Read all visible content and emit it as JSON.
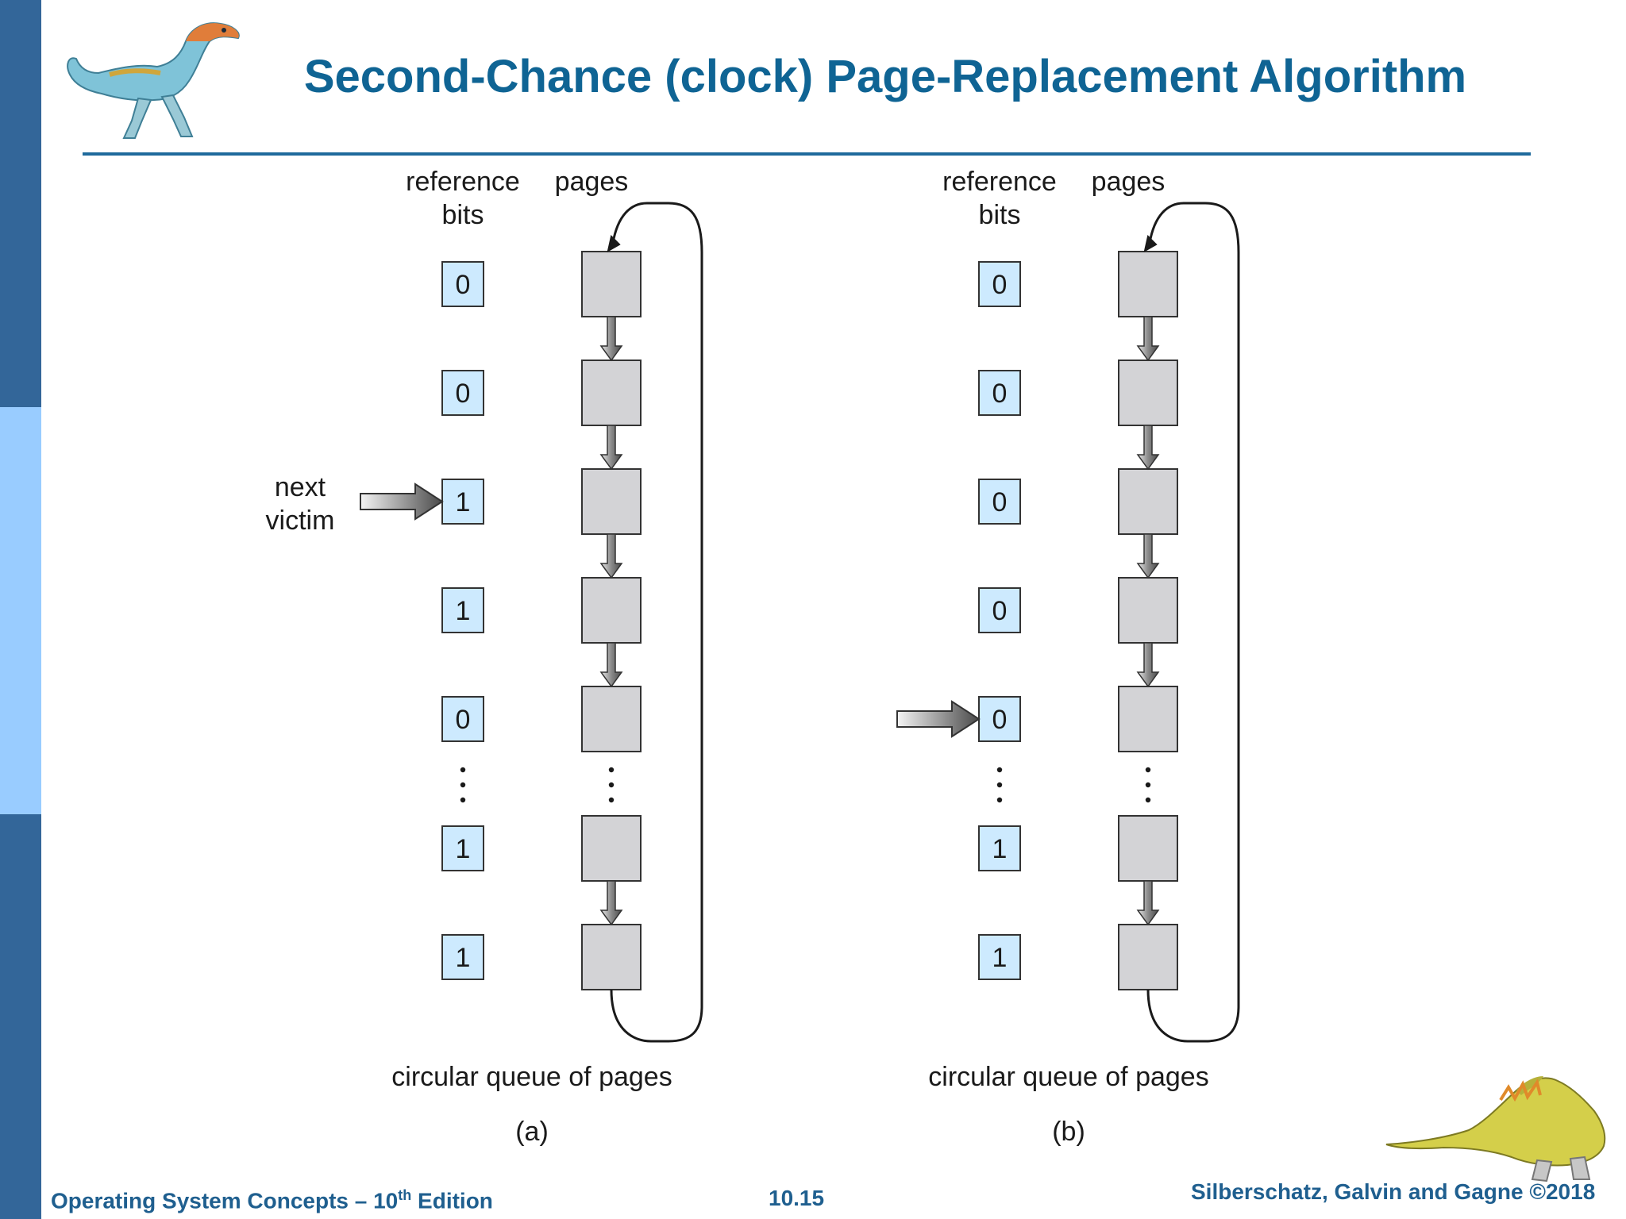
{
  "slide": {
    "title": "Second-Chance (clock) Page-Replacement Algorithm",
    "footer": {
      "book": "Operating System Concepts – 10",
      "edition_sup": "th",
      "edition_tail": " Edition",
      "page": "10.15",
      "authors": "Silberschatz, Galvin and Gagne ©2018"
    }
  },
  "colors": {
    "accent": "#0f6494",
    "sidebar_dark": "#336699",
    "sidebar_light": "#99ccff",
    "bit_fill": "#cdeafe",
    "page_fill": "#d3d3d6"
  },
  "icons": [
    "dinosaur-icon",
    "dinosaur-icon"
  ],
  "panels": [
    {
      "id": "a",
      "caption": "(a)",
      "column_headers": [
        "reference",
        "bits",
        "pages"
      ],
      "queue_label": "circular queue of pages",
      "pointer_label_lines": [
        "next",
        "victim"
      ],
      "pointer_index": 2,
      "bits_before_gap": [
        "0",
        "0",
        "1",
        "1",
        "0"
      ],
      "bits_after_gap": [
        "1",
        "1"
      ]
    },
    {
      "id": "b",
      "caption": "(b)",
      "column_headers": [
        "reference",
        "bits",
        "pages"
      ],
      "queue_label": "circular queue of pages",
      "pointer_label_lines": [],
      "pointer_index": 4,
      "bits_before_gap": [
        "0",
        "0",
        "0",
        "0",
        "0"
      ],
      "bits_after_gap": [
        "1",
        "1"
      ]
    }
  ]
}
